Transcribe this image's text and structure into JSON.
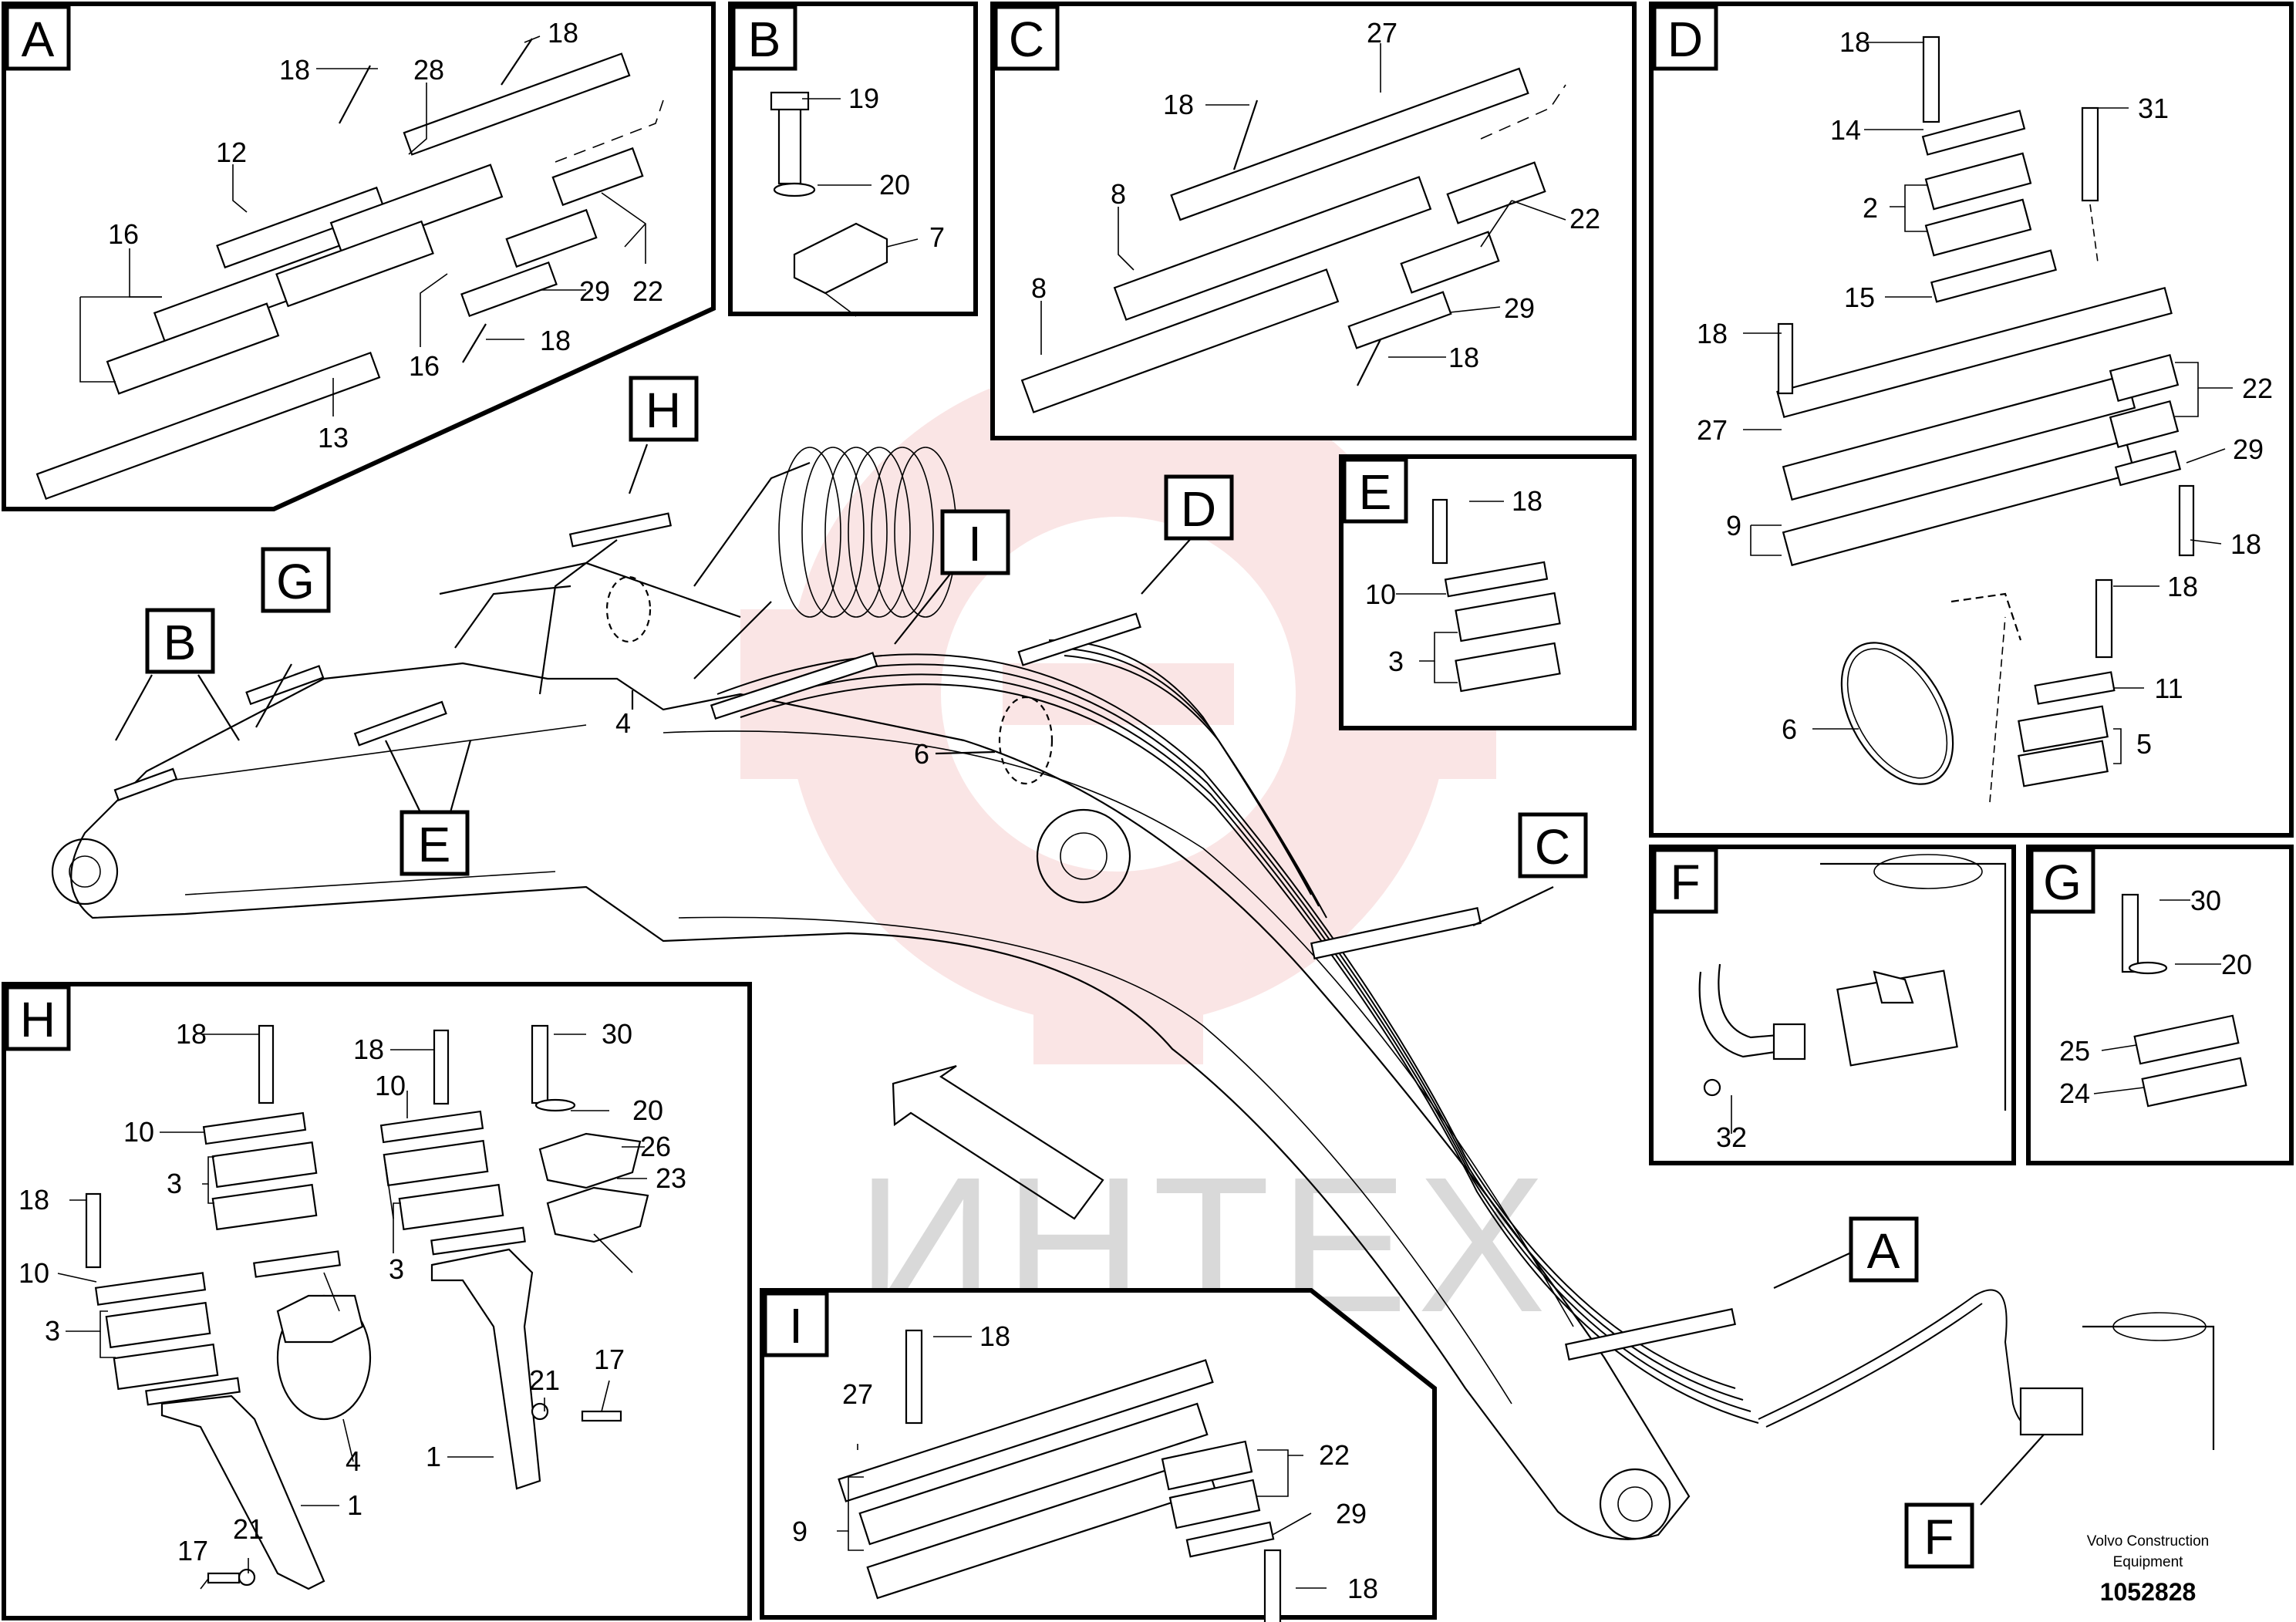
{
  "watermark": {
    "text": "ИНТЕХ",
    "gear_color": "#f6d0d0",
    "text_color": "#d9d9d9"
  },
  "publisher": {
    "line1": "Volvo Construction",
    "line2": "Equipment"
  },
  "document_number": "1052828",
  "main_view_labels": {
    "A": "A",
    "B": "B",
    "C": "C",
    "D": "D",
    "E": "E",
    "F": "F",
    "G": "G",
    "H": "H",
    "I": "I"
  },
  "main_view_callouts": {
    "bracket_4": "4",
    "clamp_6": "6"
  },
  "insets": {
    "A": {
      "label": "A",
      "parts": {
        "p18a": "18",
        "p18b": "18",
        "p28": "28",
        "p12": "12",
        "p16a": "16",
        "p16b": "16",
        "p13": "13",
        "p29": "29",
        "p22": "22",
        "p18c": "18"
      }
    },
    "B": {
      "label": "B",
      "parts": {
        "p19": "19",
        "p20": "20",
        "p7": "7"
      }
    },
    "C": {
      "label": "C",
      "parts": {
        "p27": "27",
        "p18a": "18",
        "p8a": "8",
        "p8b": "8",
        "p22": "22",
        "p29": "29",
        "p18b": "18"
      }
    },
    "D": {
      "label": "D",
      "parts": {
        "p18a": "18",
        "p14": "14",
        "p31": "31",
        "p2": "2",
        "p15": "15",
        "p18b": "18",
        "p27": "27",
        "p22": "22",
        "p29": "29",
        "p9": "9",
        "p18c": "18",
        "p18d": "18",
        "p11": "11",
        "p6": "6",
        "p5": "5"
      }
    },
    "E": {
      "label": "E",
      "parts": {
        "p18": "18",
        "p10": "10",
        "p3": "3"
      }
    },
    "F": {
      "label": "F",
      "parts": {
        "p32": "32"
      }
    },
    "G": {
      "label": "G",
      "parts": {
        "p30": "30",
        "p20": "20",
        "p25": "25",
        "p24": "24"
      }
    },
    "H": {
      "label": "H",
      "parts": {
        "p18a": "18",
        "p18b": "18",
        "p30": "30",
        "p10a": "10",
        "p10b": "10",
        "p20": "20",
        "p26": "26",
        "p3a": "3",
        "p23": "23",
        "p18c": "18",
        "p3b": "3",
        "p10c": "10",
        "p3c": "3",
        "p21a": "21",
        "p17a": "17",
        "p4": "4",
        "p1a": "1",
        "p1b": "1",
        "p17b": "17",
        "p21b": "21"
      }
    },
    "I": {
      "label": "I",
      "parts": {
        "p18a": "18",
        "p27": "27",
        "p22": "22",
        "p9": "9",
        "p29": "29",
        "p18b": "18"
      }
    }
  }
}
